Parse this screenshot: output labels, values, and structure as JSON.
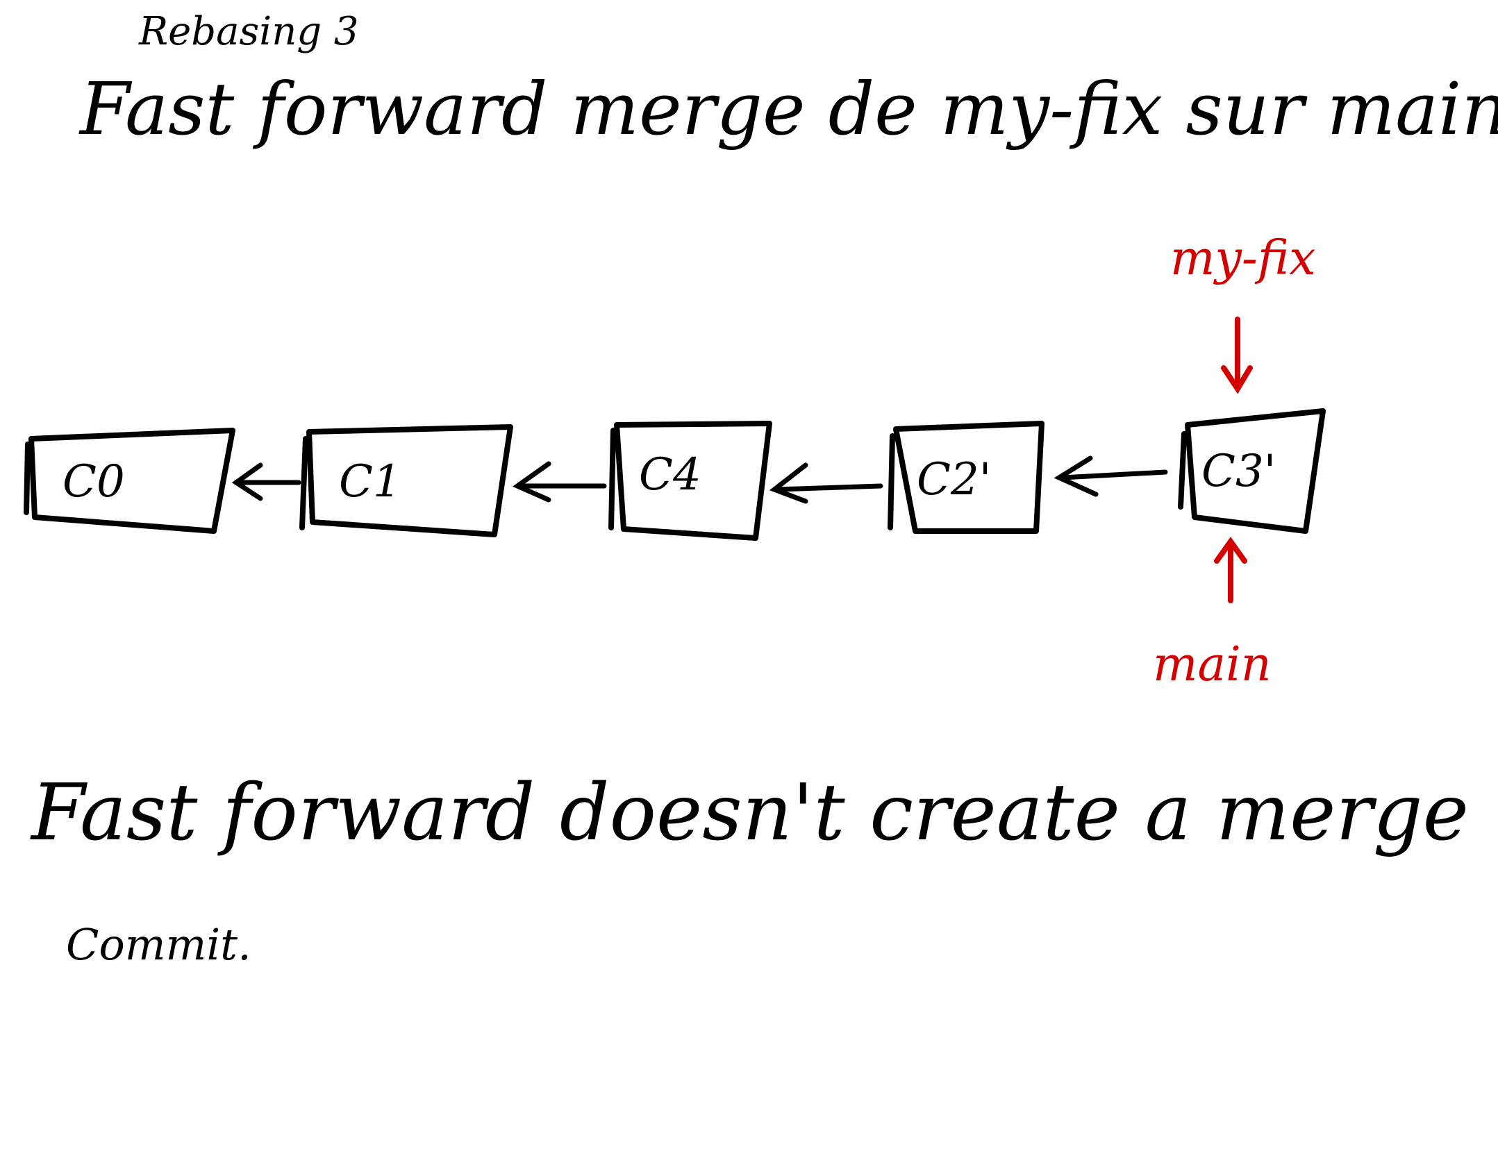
{
  "subtitle": "Rebasing 3",
  "title": "Fast forward merge de my-fix sur main",
  "commits": [
    "C0",
    "C1",
    "C4",
    "C2'",
    "C3'"
  ],
  "branches": {
    "my_fix": "my-fix",
    "main": "main"
  },
  "colors": {
    "ink": "#000000",
    "branch": "#d40000"
  },
  "note": {
    "line1": "Fast forward doesn't create a merge",
    "line2": "Commit."
  }
}
